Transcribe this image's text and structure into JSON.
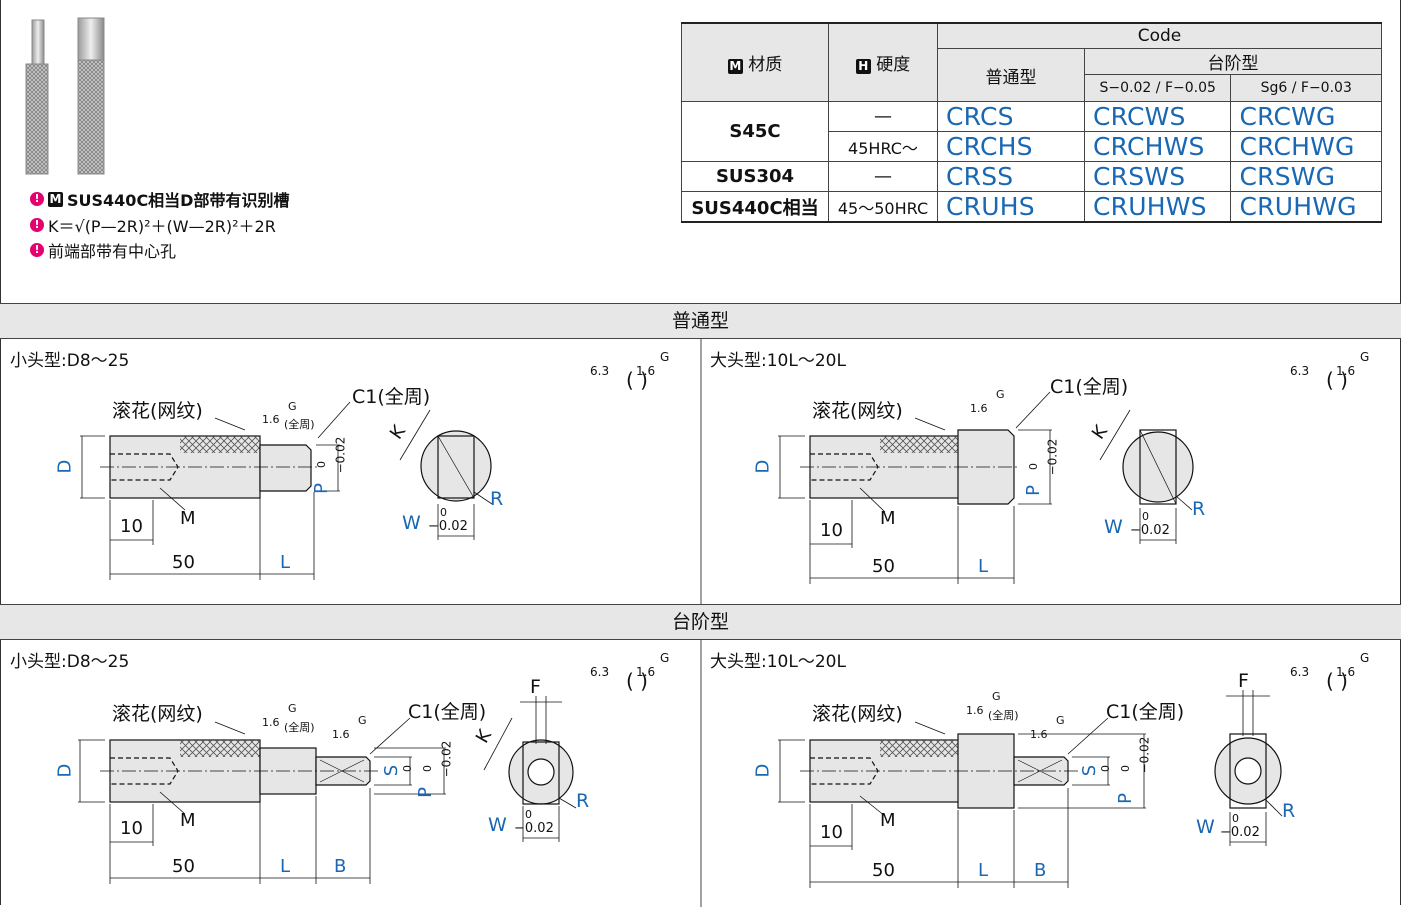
{
  "notes": {
    "material_note": "SUS440C相当D部带有识别槽",
    "formula_note": "K＝√(P—2R)²＋(W—2R)²＋2R",
    "center_hole_note": "前端部带有中心孔"
  },
  "table": {
    "header": {
      "material": "材质",
      "hardness": "硬度",
      "material_icon": "M",
      "hardness_icon": "H",
      "code": "Code",
      "normal_type": "普通型",
      "step_type": "台阶型",
      "step_tol_1": "S−0.02 / F−0.05",
      "step_tol_2": "Sg6 / F−0.03"
    },
    "rows": [
      {
        "material": "S45C",
        "hardness": "—",
        "normal": "CRCS",
        "step1": "CRCWS",
        "step2": "CRCWG"
      },
      {
        "material": "",
        "hardness": "45HRC～",
        "normal": "CRCHS",
        "step1": "CRCHWS",
        "step2": "CRCHWG"
      },
      {
        "material": "SUS304",
        "hardness": "—",
        "normal": "CRSS",
        "step1": "CRSWS",
        "step2": "CRSWG"
      },
      {
        "material": "SUS440C相当",
        "hardness": "45～50HRC",
        "normal": "CRUHS",
        "step1": "CRUHWS",
        "step2": "CRUHWG"
      }
    ]
  },
  "sections": {
    "normal_title": "普通型",
    "step_title": "台阶型",
    "small_head": "小头型:D8～25",
    "large_head": "大头型:10L～20L"
  },
  "drawing_labels": {
    "knurl": "滚花(网纹)",
    "chamfer": "C1(全周)",
    "D": "D",
    "M": "M",
    "L": "L",
    "B": "B",
    "K": "K",
    "R": "R",
    "W": "W",
    "P": "P",
    "S": "S",
    "F": "F",
    "G": "G",
    "dim_10": "10",
    "dim_50": "50",
    "rough_63": "6.3",
    "rough_16": "1.6",
    "all_around": "(全周)",
    "tol_zero": "0",
    "tol_002": "−0.02"
  },
  "colors": {
    "code_blue": "#1a67b3",
    "accent_pink": "#e4006e",
    "header_gray": "#e7e7e7"
  }
}
